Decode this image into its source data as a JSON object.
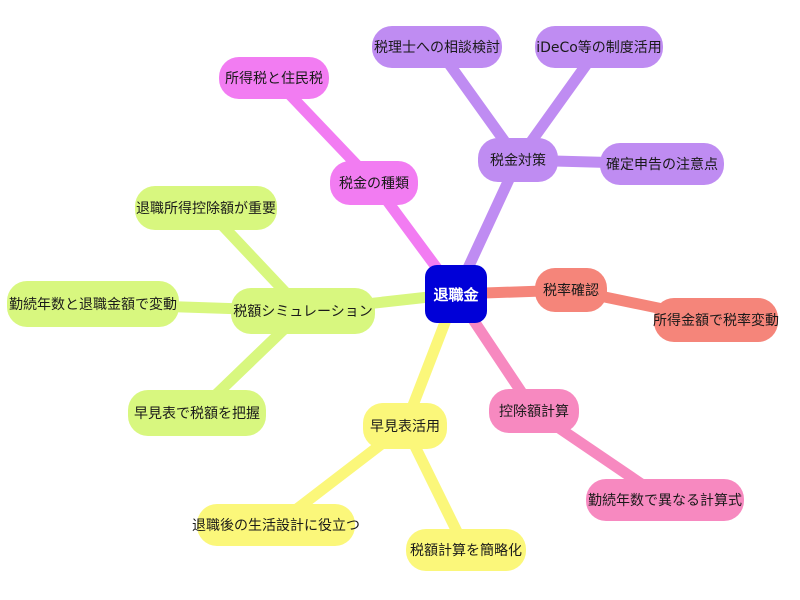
{
  "root": {
    "label": "退職金",
    "color": "#0000d8"
  },
  "branches": [
    {
      "id": "tax-types",
      "label": "税金の種類",
      "color": "#f27cf2",
      "children": [
        "所得税と住民税"
      ]
    },
    {
      "id": "tax-measures",
      "label": "税金対策",
      "color": "#bf8cf2",
      "children": [
        "税理士への相談検討",
        "iDeCo等の制度活用",
        "確定申告の注意点"
      ]
    },
    {
      "id": "tax-rate",
      "label": "税率確認",
      "color": "#f5857a",
      "children": [
        "所得金額で税率変動"
      ]
    },
    {
      "id": "deduction",
      "label": "控除額計算",
      "color": "#f789c0",
      "children": [
        "勤続年数で異なる計算式"
      ]
    },
    {
      "id": "quick-table",
      "label": "早見表活用",
      "color": "#fbf77a",
      "children": [
        "退職後の生活設計に役立つ",
        "税額計算を簡略化"
      ]
    },
    {
      "id": "simulation",
      "label": "税額シミュレーション",
      "color": "#d8f77f",
      "children": [
        "退職所得控除額が重要",
        "勤続年数と退職金額で変動",
        "早見表で税額を把握"
      ]
    }
  ]
}
